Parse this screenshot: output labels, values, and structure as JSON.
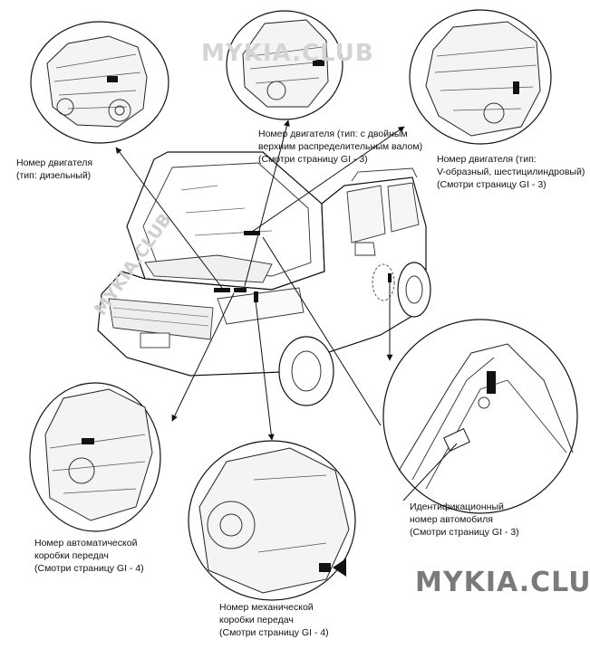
{
  "watermark": {
    "text": "MYKIA.CLUB"
  },
  "labels": {
    "engine_diesel": [
      "Номер двигателя",
      "(тип: дизельный)"
    ],
    "engine_dohc": [
      "Номер двигателя (тип: с двойным",
      "верхним распределительным валом)",
      "(Смотри страницу GI - 3)"
    ],
    "engine_v6": [
      "Номер двигателя (тип:",
      "V-образный, шестицилиндровый)",
      "(Смотри страницу GI - 3)"
    ],
    "vin": [
      "Идентификационный",
      "номер автомобиля",
      "(Смотри страницу GI - 3)"
    ],
    "auto_transmission": [
      "Номер автоматической",
      "коробки передач",
      "(Смотри страницу GI - 4)"
    ],
    "manual_transmission": [
      "Номер механической",
      "коробки передач",
      "(Смотри страницу GI - 4)"
    ]
  }
}
